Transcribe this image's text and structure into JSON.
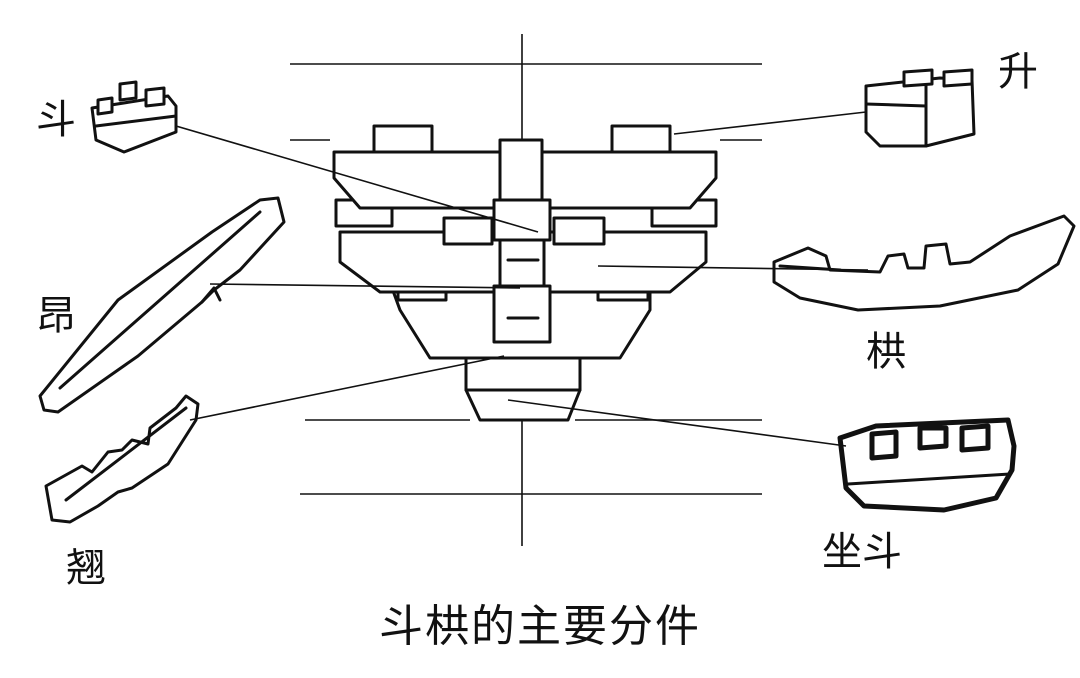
{
  "labels": {
    "dou": "斗",
    "sheng": "升",
    "ang": "昂",
    "gong": "栱",
    "qiao": "翘",
    "zuodou": "坐斗"
  },
  "caption": "斗栱的主要分件",
  "colors": {
    "ink": "#111111",
    "background": "#ffffff"
  }
}
